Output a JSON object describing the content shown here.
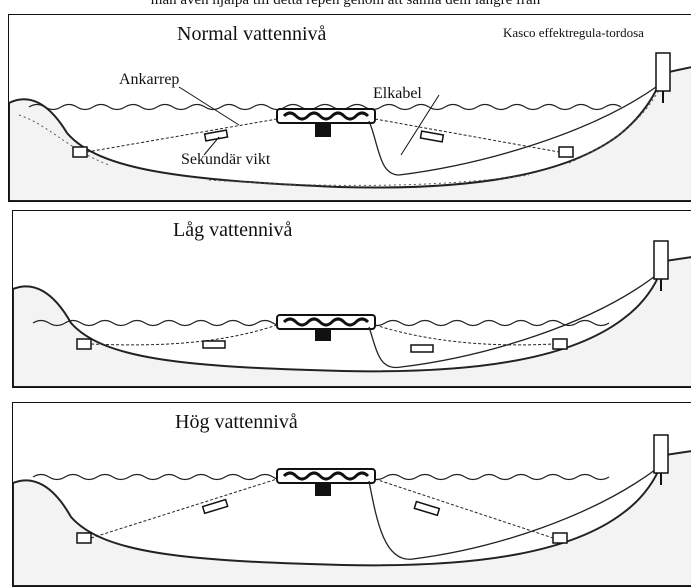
{
  "header_fragment": "man även hjälpa till detta repen genom att samla dem längre från",
  "panels": [
    {
      "title": "Normal vattennivå",
      "labels": {
        "anchor_rope": "Ankarrep",
        "power_cable": "Elkabel",
        "secondary_weight": "Sekundär vikt",
        "controller_box": "Kasco effektregula-tordosa"
      }
    },
    {
      "title": "Låg vattennivå"
    },
    {
      "title": "Hög vattennivå"
    }
  ]
}
